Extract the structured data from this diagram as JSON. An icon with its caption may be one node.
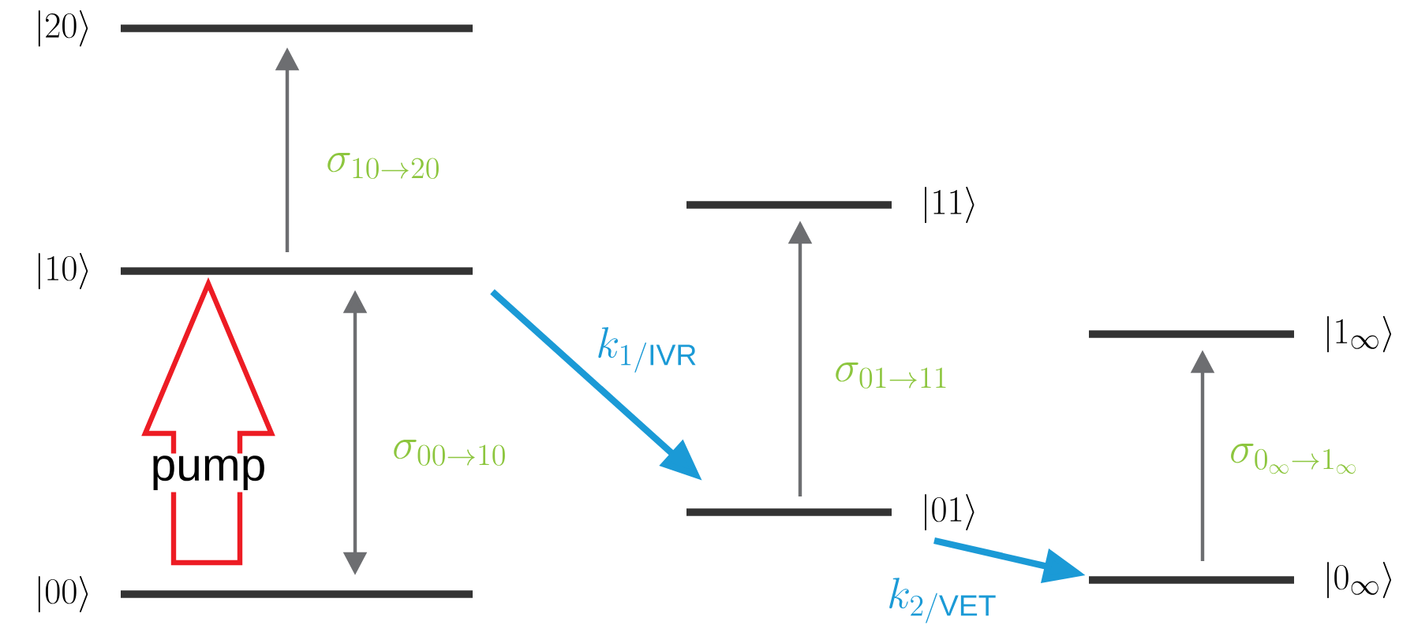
{
  "diagram": {
    "nodes": [
      {
        "text": [
          "|20\\rangle"
        ]
      },
      {
        "text": [
          "|10\\rangle"
        ]
      },
      {
        "text": [
          "|00\\rangle"
        ]
      },
      {
        "text": [
          "|11\\rangle"
        ]
      },
      {
        "text": [
          "|01\\rangle"
        ]
      },
      {
        "text": [
          "|1_\\infty\\rangle"
        ]
      },
      {
        "text": [
          "|0_\\infty\\rangle"
        ]
      }
    ],
    "edges": [
      {
        "from": 1,
        "to": 0,
        "arrow": "to",
        "label": "\\sigma_{10\\rightarrow 20}"
      },
      {
        "from": 2,
        "to": 1,
        "arrow": "both",
        "label": "\\sigma_{00\\rightarrow 10}"
      },
      {
        "from": 2,
        "to": 1,
        "arrow": "to",
        "label": "pump",
        "style": "thick",
        "color": "#ed1c24"
      },
      {
        "from": 1,
        "to": 4,
        "arrow": "to",
        "label": "k_{1/\\mathrm{IVR}}",
        "style": "thick",
        "color": "#1b9ad6"
      },
      {
        "from": 4,
        "to": 3,
        "arrow": "to",
        "label": "\\sigma_{01\\rightarrow 11}"
      },
      {
        "from": 4,
        "to": 6,
        "arrow": "to",
        "label": "k_{2/\\mathrm{VET}}",
        "style": "thick",
        "color": "#1b9ad6"
      },
      {
        "from": 6,
        "to": 5,
        "arrow": "to",
        "label": "\\sigma_{0_\\infty\\rightarrow 1_\\infty}"
      }
    ]
  }
}
